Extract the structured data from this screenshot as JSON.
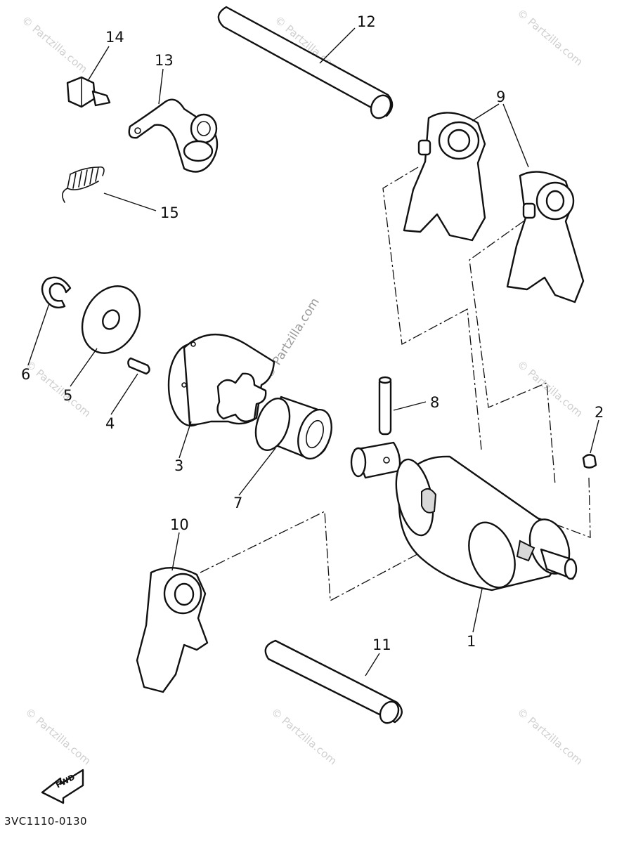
{
  "diagram_code": "3VC1110-0130",
  "fwd_label": "FWD",
  "watermark": "© Partzilla.com",
  "callouts": {
    "c1": "1",
    "c2": "2",
    "c3": "3",
    "c4": "4",
    "c5": "5",
    "c6": "6",
    "c7": "7",
    "c8": "8",
    "c9": "9",
    "c10": "10",
    "c11": "11",
    "c12": "12",
    "c13": "13",
    "c14": "14",
    "c15": "15"
  }
}
